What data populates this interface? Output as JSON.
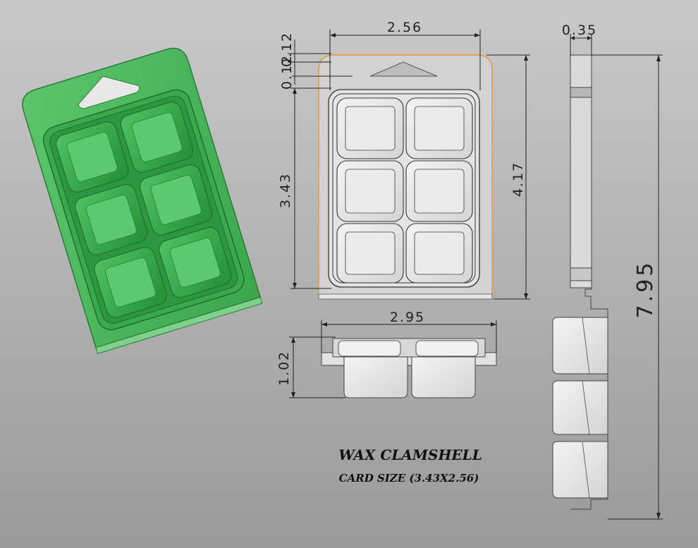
{
  "colors": {
    "background_top": "#c9c9c9",
    "background_bottom": "#9a9a9a",
    "card_green": "#46b35a",
    "cube_green": "#2f9c3f",
    "tray_fill": "#ececec",
    "card_outline_orange": "#e8963c"
  },
  "title": {
    "main": "WAX CLAMSHELL",
    "sub": "CARD SIZE (3.43X2.56)"
  },
  "dimensions": {
    "top_width": "2.56",
    "flange_top": "0.12",
    "flange_second": "0.12",
    "cavity_height": "3.43",
    "overall_front_height": "4.17",
    "depth": "0.35",
    "total_height": "7.95",
    "bottom_width": "2.95",
    "tray_depth": "1.02"
  }
}
